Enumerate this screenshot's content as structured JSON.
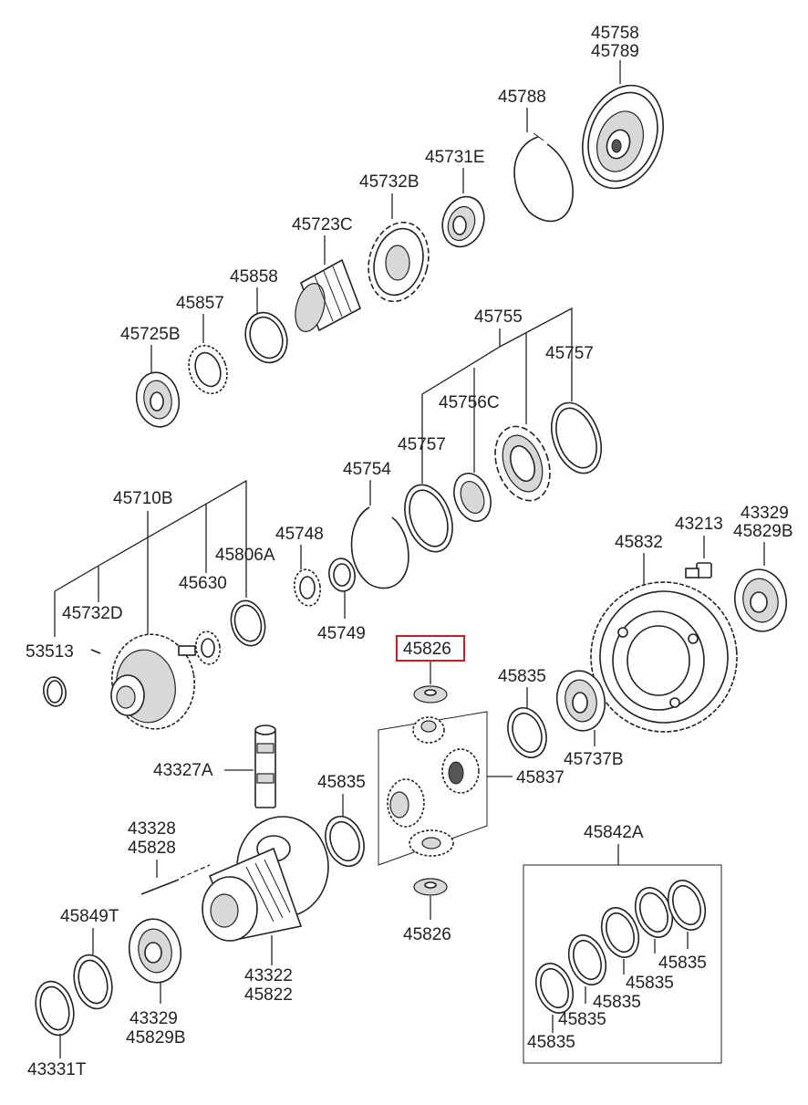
{
  "highlight": {
    "label": "45826",
    "color": "#d11a1a"
  },
  "labels": {
    "p45758": "45758",
    "p45789": "45789",
    "p45788": "45788",
    "p45731E": "45731E",
    "p45732B": "45732B",
    "p45723C": "45723C",
    "p45858": "45858",
    "p45857": "45857",
    "p45725B": "45725B",
    "p45755": "45755",
    "p45757a": "45757",
    "p45756C": "45756C",
    "p45757b": "45757",
    "p45754": "45754",
    "p45710B": "45710B",
    "p45748": "45748",
    "p45806A": "45806A",
    "p45630": "45630",
    "p45749": "45749",
    "p45732D": "45732D",
    "p53513": "53513",
    "p45826top": "45826",
    "p43213": "43213",
    "p43329a": "43329",
    "p45829Ba": "45829B",
    "p45832": "45832",
    "p45835a": "45835",
    "p45737B": "45737B",
    "p43327A": "43327A",
    "p45835b": "45835",
    "p45837": "45837",
    "p43328": "43328",
    "p45828": "45828",
    "p45842A": "45842A",
    "p45849T": "45849T",
    "p45826bot": "45826",
    "p43322": "43322",
    "p45822": "45822",
    "p43329b": "43329",
    "p45829Bb": "45829B",
    "p43331T": "43331T",
    "p45835c": "45835",
    "p45835d": "45835",
    "p45835e": "45835",
    "p45835f": "45835",
    "p45835g": "45835"
  }
}
